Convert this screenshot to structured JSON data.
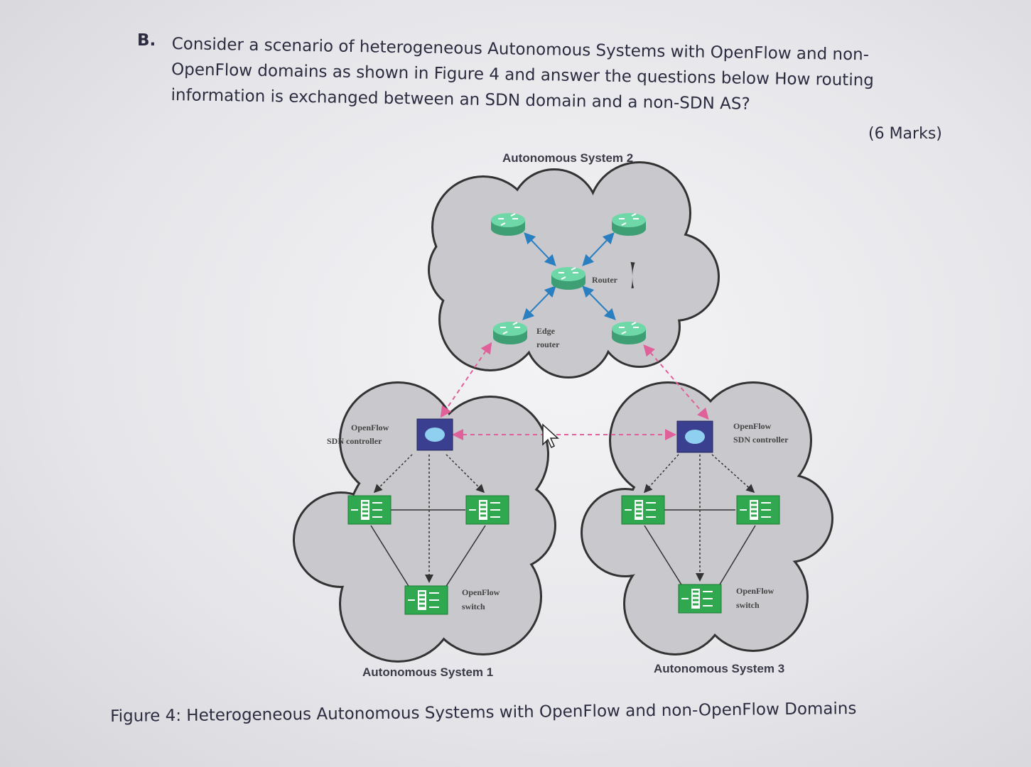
{
  "question": {
    "label": "B.",
    "text": "Consider a scenario of heterogeneous Autonomous Systems with OpenFlow and non-OpenFlow domains as shown in Figure 4 and answer the questions below How routing information is exchanged between an SDN domain and a non-SDN AS?",
    "marks": "(6 Marks)"
  },
  "figure": {
    "as2_label": "Autonomous System 2",
    "as1_label": "Autonomous System 1",
    "as3_label": "Autonomous System 3",
    "router_label": "Router",
    "edge_router_label_1": "Edge",
    "edge_router_label_2": "router",
    "controller_label_1": "OpenFlow",
    "controller_label_2": "SDN controller",
    "switch_label_1": "OpenFlow",
    "switch_label_2": "switch",
    "colors": {
      "router": "#5fc89a",
      "switch": "#2fa84f",
      "controller": "#3b3f8f",
      "cloud": "#c9c9cd",
      "link_blue": "#2a7fc0",
      "link_pink": "#e0609a"
    },
    "caption": "Figure 4: Heterogeneous Autonomous Systems with OpenFlow and non-OpenFlow Domains"
  }
}
